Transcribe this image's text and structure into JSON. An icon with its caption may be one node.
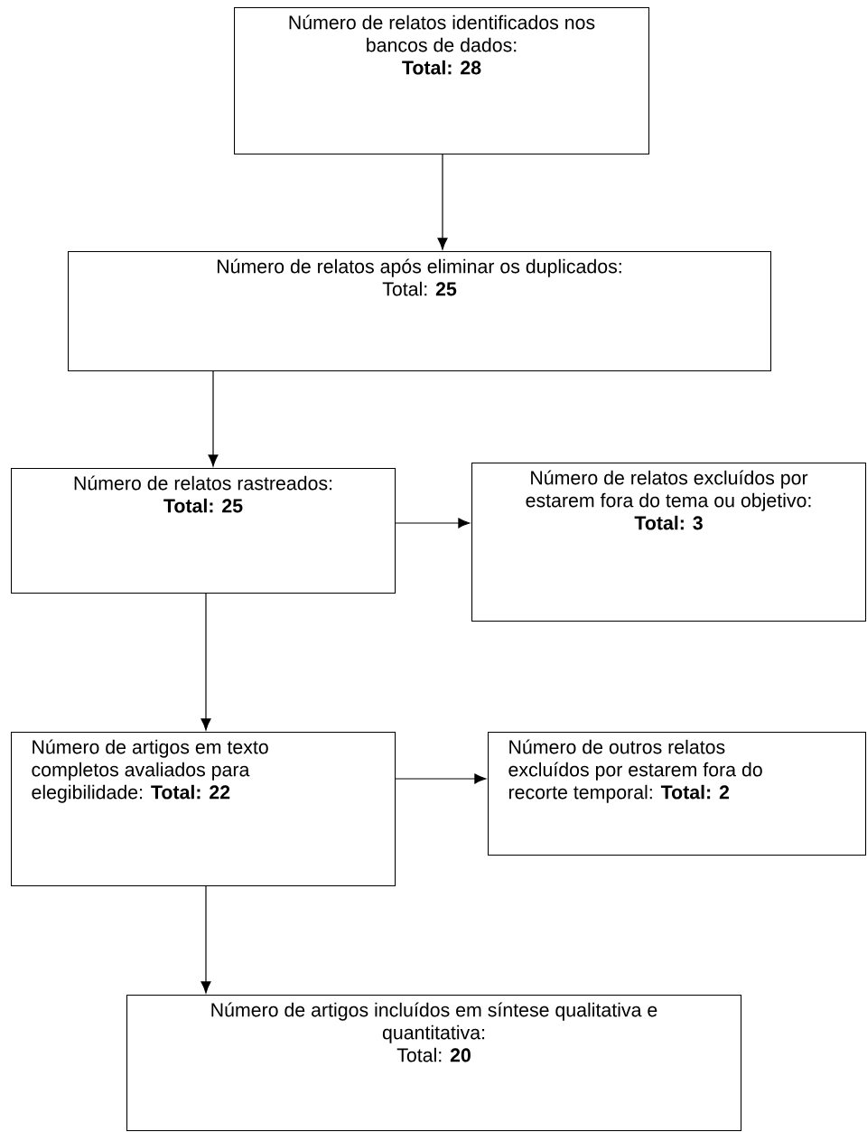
{
  "diagram": {
    "nodes": [
      {
        "text": [
          "Número de relatos identificados nos bancos de dados:",
          "Total:  28"
        ]
      },
      {
        "text": [
          "Número de relatos após eliminar os duplicados:",
          "Total: **25**"
        ]
      },
      {
        "text": [
          "Número de relatos rastreados:",
          "Total: 25"
        ]
      },
      {
        "text": [
          "Número de relatos excluídos por estarem fora do tema ou objetivo:",
          "Total: 3"
        ]
      },
      {
        "text": [
          "Número de artigos em texto completos avaliados para elegibilidade: **Total: 22**"
        ]
      },
      {
        "text": [
          "Número de outros relatos excluídos por estarem fora do recorte temporal:  **Total: 2**"
        ]
      },
      {
        "text": [
          "Número de artigos incluídos em síntese qualitativa e quantitativa:",
          "Total: **20**"
        ]
      }
    ],
    "edges": [
      {
        "from": 0,
        "to": 1,
        "arrow": "to"
      },
      {
        "from": 1,
        "to": 2,
        "arrow": "to"
      },
      {
        "from": 2,
        "to": 3,
        "arrow": "to"
      },
      {
        "from": 2,
        "to": 4,
        "arrow": "to"
      },
      {
        "from": 4,
        "to": 5,
        "arrow": "to"
      },
      {
        "from": 4,
        "to": 6,
        "arrow": "to"
      }
    ]
  }
}
